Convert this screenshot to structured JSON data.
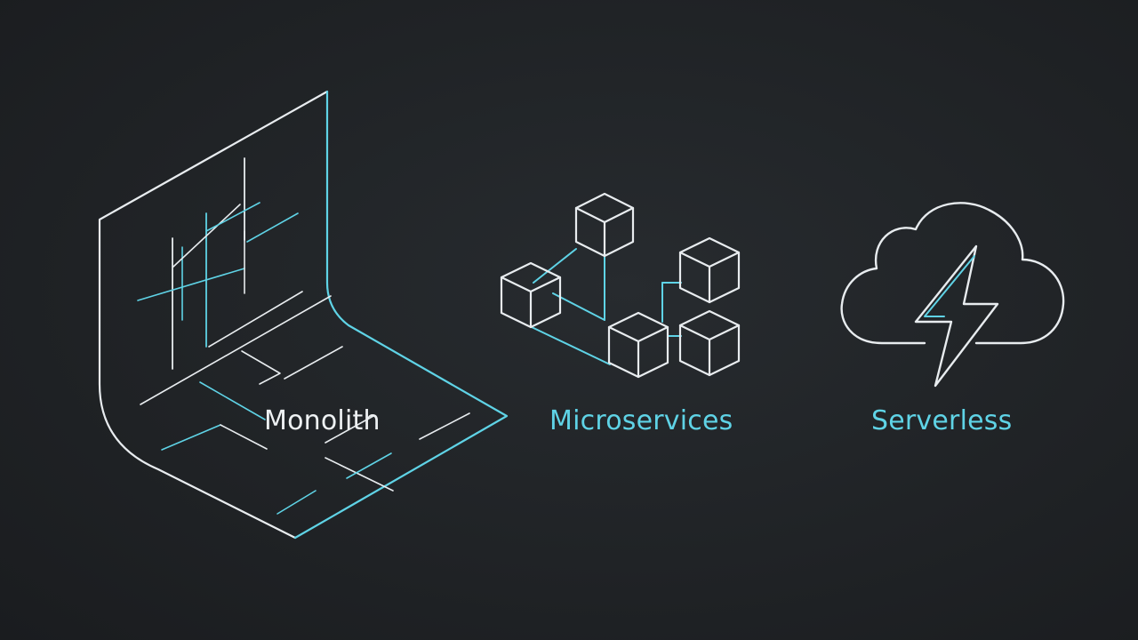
{
  "colors": {
    "background": "#202326",
    "line_white": "#e8ecef",
    "line_cyan": "#5fd3e6",
    "text_white": "#eef1f3",
    "text_cyan": "#5fd3e6"
  },
  "architectures": [
    {
      "key": "monolith",
      "label": "Monolith",
      "icon": "folded-slab-icon",
      "label_color": "#eef1f3"
    },
    {
      "key": "microservices",
      "label": "Microservices",
      "icon": "connected-cubes-icon",
      "label_color": "#5fd3e6"
    },
    {
      "key": "serverless",
      "label": "Serverless",
      "icon": "cloud-lightning-icon",
      "label_color": "#5fd3e6"
    }
  ]
}
